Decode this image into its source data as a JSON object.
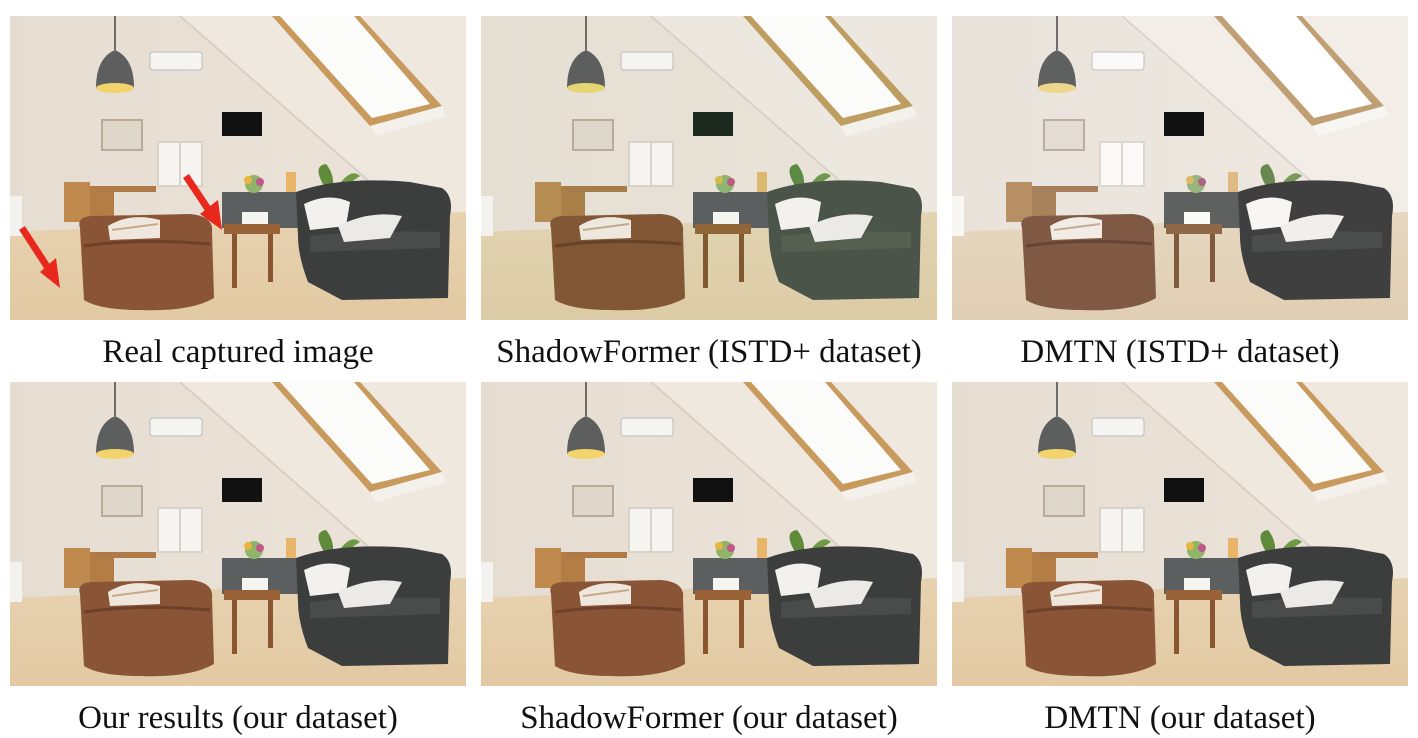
{
  "figure": {
    "panels": [
      {
        "caption": "Real captured image",
        "has_arrows": true,
        "tone": "original"
      },
      {
        "caption": "ShadowFormer (ISTD+ dataset)",
        "has_arrows": false,
        "tone": "greenish"
      },
      {
        "caption": "DMTN (ISTD+ dataset)",
        "has_arrows": false,
        "tone": "desaturated"
      },
      {
        "caption": "Our results (our dataset)",
        "has_arrows": false,
        "tone": "clean"
      },
      {
        "caption": "ShadowFormer (our dataset)",
        "has_arrows": false,
        "tone": "clean"
      },
      {
        "caption": "DMTN (our dataset)",
        "has_arrows": false,
        "tone": "clean"
      }
    ],
    "colors": {
      "arrow": "#e8281c",
      "wall": "#ece4da",
      "floor": "#e2c9a3",
      "leather_armchair": "#8a5436",
      "sofa": "#3c3e3d",
      "skylight": "#fbfbf9"
    }
  }
}
